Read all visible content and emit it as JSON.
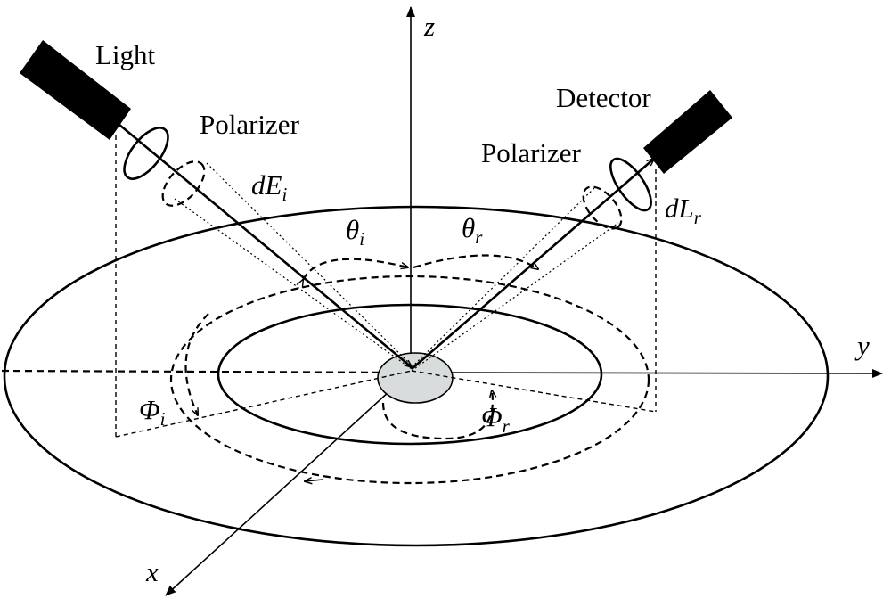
{
  "labels": {
    "light": "Light",
    "polarizer_left": "Polarizer",
    "detector": "Detector",
    "polarizer_right": "Polarizer",
    "axis_x": "x",
    "axis_y": "y",
    "axis_z": "z",
    "incident_irradiance": {
      "base": "dE",
      "sub": "i"
    },
    "reflected_radiance": {
      "base": "dL",
      "sub": "r"
    },
    "incident_zenith": {
      "base": "θ",
      "sub": "i"
    },
    "reflected_zenith": {
      "base": "θ",
      "sub": "r"
    },
    "incident_azimuth": {
      "base": "Φ",
      "sub": "i"
    },
    "reflected_azimuth": {
      "base": "Φ",
      "sub": "r"
    }
  },
  "colors": {
    "ink": "#000000",
    "background": "#ffffff",
    "sample_fill": "#d8dcdc"
  }
}
